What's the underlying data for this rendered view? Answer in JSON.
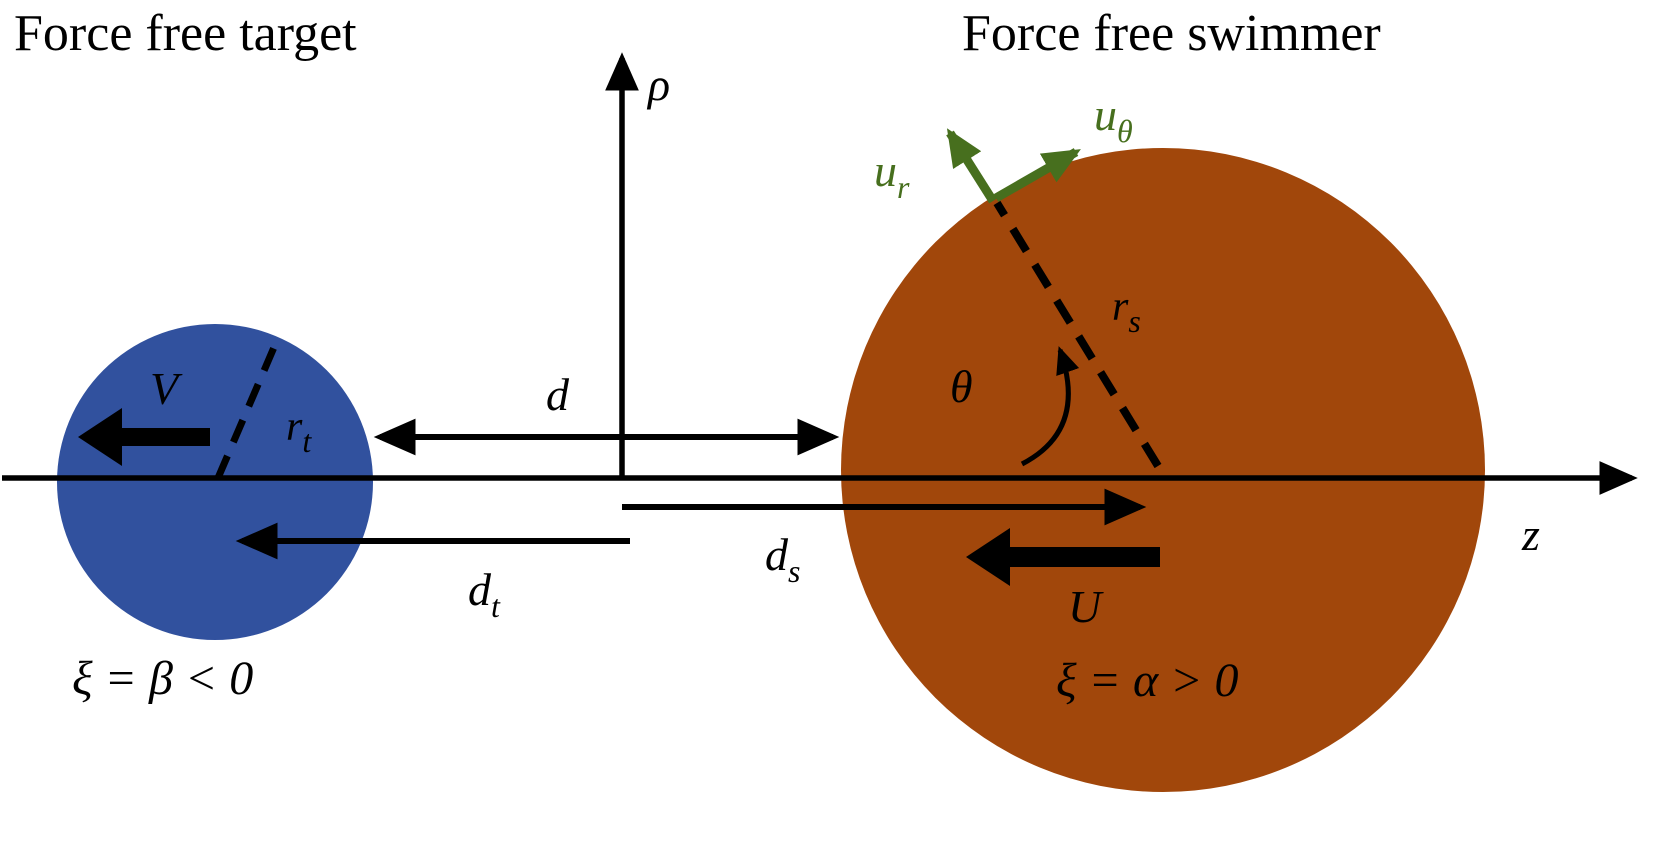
{
  "titles": {
    "target": "Force free target",
    "swimmer": "Force free swimmer"
  },
  "axes": {
    "vertical_label": "ρ",
    "horizontal_label": "z"
  },
  "target": {
    "velocity_label": "V",
    "radius_base": "r",
    "radius_sub": "t",
    "equation": "ξ = β < 0"
  },
  "swimmer": {
    "velocity_label": "U",
    "radius_base": "r",
    "radius_sub": "s",
    "angle_label": "θ",
    "radial_velocity_base": "u",
    "radial_velocity_sub": "r",
    "tangential_velocity_base": "u",
    "tangential_velocity_sub": "θ",
    "equation": "ξ = α > 0"
  },
  "distances": {
    "gap_label": "d",
    "target_offset_base": "d",
    "target_offset_sub": "t",
    "swimmer_offset_base": "d",
    "swimmer_offset_sub": "s"
  },
  "colors": {
    "target_sphere": "#31519E",
    "swimmer_sphere": "#A1470B",
    "surface_arrow": "#476F1E",
    "ink": "#000000"
  }
}
